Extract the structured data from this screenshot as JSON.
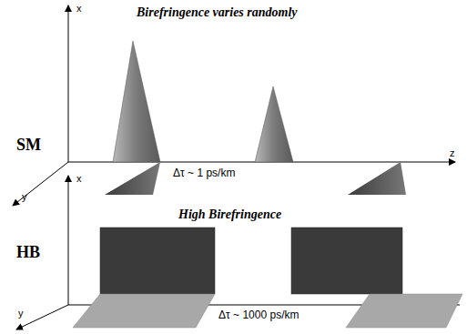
{
  "diagram": {
    "labels": [
      "x",
      "y",
      "z",
      "Birefringence varies randomly",
      "SM",
      "Δτ ~ 1 ps/km",
      "x",
      "y",
      "High Birefringence",
      "HB",
      "Δτ ~ 1000 ps/km"
    ]
  }
}
